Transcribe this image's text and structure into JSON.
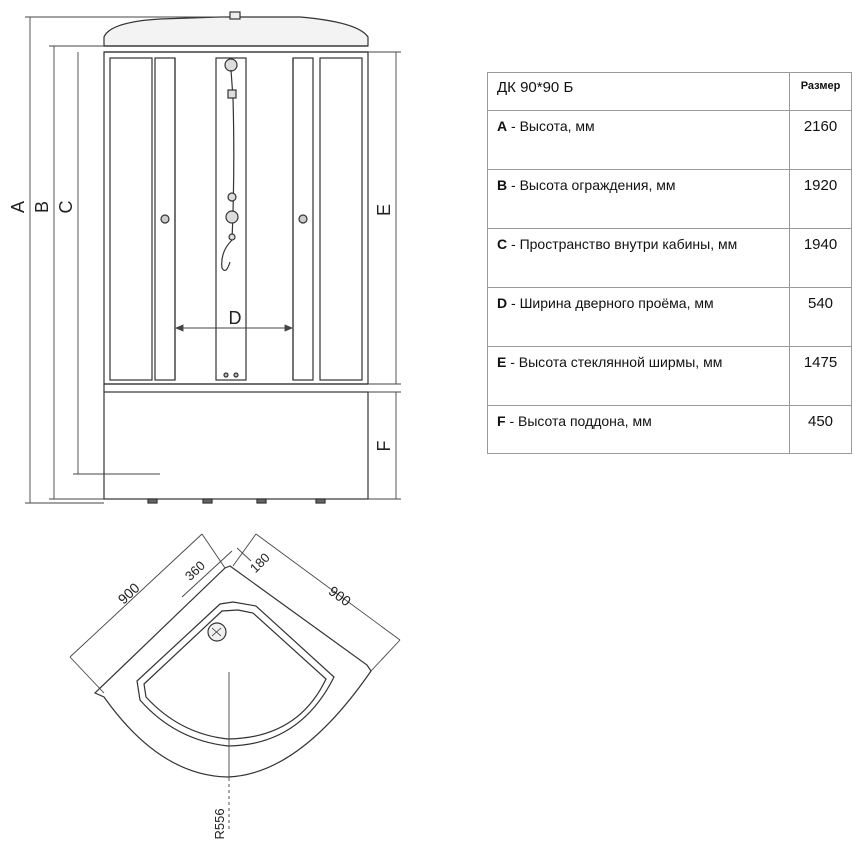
{
  "table": {
    "title": "ДК 90*90 Б",
    "column_header": "Размер",
    "rows": [
      {
        "letter": "A",
        "label": " - Высота, мм",
        "value": "2160"
      },
      {
        "letter": "B",
        "label": " - Высота ограждения, мм",
        "value": "1920"
      },
      {
        "letter": "C",
        "label": " - Пространство внутри кабины, мм",
        "value": "1940"
      },
      {
        "letter": "D",
        "label": " - Ширина дверного проёма, мм",
        "value": "540"
      },
      {
        "letter": "E",
        "label": " - Высота стеклянной ширмы, мм",
        "value": "1475"
      },
      {
        "letter": "F",
        "label": " - Высота поддона, мм",
        "value": "450"
      }
    ]
  },
  "front_view": {
    "dim_A": "A",
    "dim_B": "B",
    "dim_C": "C",
    "dim_D": "D",
    "dim_E": "E",
    "dim_F": "F"
  },
  "plan_view": {
    "dim_left_900": "900",
    "dim_right_900": "900",
    "dim_360": "360",
    "dim_180": "180",
    "dim_radius": "R556"
  }
}
